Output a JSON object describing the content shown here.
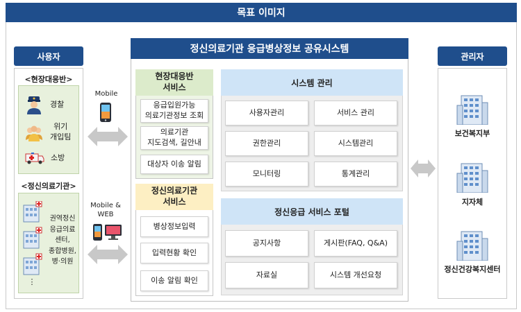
{
  "header": {
    "title": "목표 이미지"
  },
  "users": {
    "title": "사용자",
    "field_team": {
      "label": "<현장대응반>",
      "items": [
        "경찰",
        "위기\n개입팀",
        "소방"
      ]
    },
    "institution": {
      "label": "<정신의료기관>",
      "text": "권역정신\n응급의료\n센터,\n종합병원,\n병·의원",
      "ellipsis": "⋮"
    }
  },
  "channels": {
    "mobile": "Mobile",
    "mobile_web": "Mobile &\nWEB"
  },
  "system": {
    "title": "정신의료기관 응급병상정보 공유시스템",
    "field_service": {
      "title": "현장대응반\n서비스",
      "items": [
        "응급입원가능\n의료기관정보 조회",
        "의료기관\n지도검색, 길안내",
        "대상자 이송 알림"
      ]
    },
    "institution_service": {
      "title": "정신의료기관\n서비스",
      "items": [
        "병상정보입력",
        "입력현황 확인",
        "이송 알림 확인"
      ]
    },
    "system_admin": {
      "title": "시스템 관리",
      "items": [
        "사용자관리",
        "서비스 관리",
        "권한관리",
        "시스템관리",
        "모니터링",
        "통계관리"
      ]
    },
    "portal": {
      "title": "정신응급 서비스 포털",
      "items": [
        "공지사항",
        "게시판(FAQ, Q&A)",
        "자료실",
        "시스템 개선요청"
      ]
    }
  },
  "admins": {
    "title": "관리자",
    "items": [
      "보건복지부",
      "지자체",
      "정신건강복지센터"
    ]
  },
  "colors": {
    "navy": "#1f4e8c",
    "light_green": "#e8f1dd",
    "light_yellow": "#fdefc3",
    "light_blue": "#cfe4f7",
    "panel_grey": "#eeeeee",
    "arrow_grey": "#c8c8c8"
  }
}
